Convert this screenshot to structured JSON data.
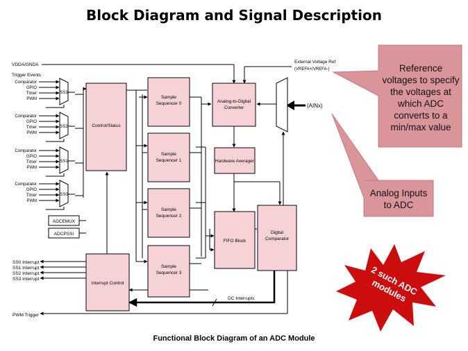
{
  "slide": {
    "title": "Block Diagram and Signal Description",
    "caption": "Functional Block Diagram of an ADC Module"
  },
  "labels": {
    "vdda": "VDDA/GNDA",
    "trigger_events": "Trigger Events",
    "ext_ref_1": "External Voltage Ref",
    "ext_ref_2": "(VREFA+/VREFA-)",
    "ainx": "(AINx)",
    "pwm_trigger": "PWM Trigger",
    "dc_interrupts": "DC Interrupts"
  },
  "trigger_groups": [
    {
      "mux": "SS3",
      "inputs": [
        "Comparator",
        "GPIO",
        "Timer",
        "PWM"
      ]
    },
    {
      "mux": "SS2",
      "inputs": [
        "Comparator",
        "GPIO",
        "Timer",
        "PWM"
      ]
    },
    {
      "mux": "SS1",
      "inputs": [
        "Comparator",
        "GPIO",
        "Timer",
        "PWM"
      ]
    },
    {
      "mux": "SS0",
      "inputs": [
        "Comparator",
        "GPIO",
        "Timer",
        "PWM"
      ]
    }
  ],
  "registers": {
    "emux": "ADCEMUX",
    "pssi": "ADCPSSI"
  },
  "blocks": {
    "control_status": "Control/Status",
    "interrupt_control": "Interrupt Control",
    "seq0": [
      "Sample",
      "Sequencer 0"
    ],
    "seq1": [
      "Sample",
      "Sequencer 1"
    ],
    "seq2": [
      "Sample",
      "Sequencer 2"
    ],
    "seq3": [
      "Sample",
      "Sequencer 3"
    ],
    "adc": [
      "Analog-to-Digital",
      "Converter"
    ],
    "averager": "Hardware Averager",
    "fifo": "FIFO Block",
    "digital_comparator": [
      "Digital",
      "Comparator"
    ]
  },
  "interrupts": [
    "SS0 Interrupt",
    "SS1 Interrupt",
    "SS2 Interrupt",
    "SS3 Interrupt"
  ],
  "callouts": {
    "reference": "Reference voltages to specify the voltages at which ADC converts to a min/max value",
    "analog": "Analog Inputs to ADC",
    "starburst": [
      "2 such ADC",
      "modules"
    ]
  },
  "colors": {
    "block_fill": "#f7d3d7",
    "callout_fill": "#d9959a",
    "callout_stroke": "#c8787e",
    "starburst": "#cc0d0d",
    "line": "#000000"
  }
}
